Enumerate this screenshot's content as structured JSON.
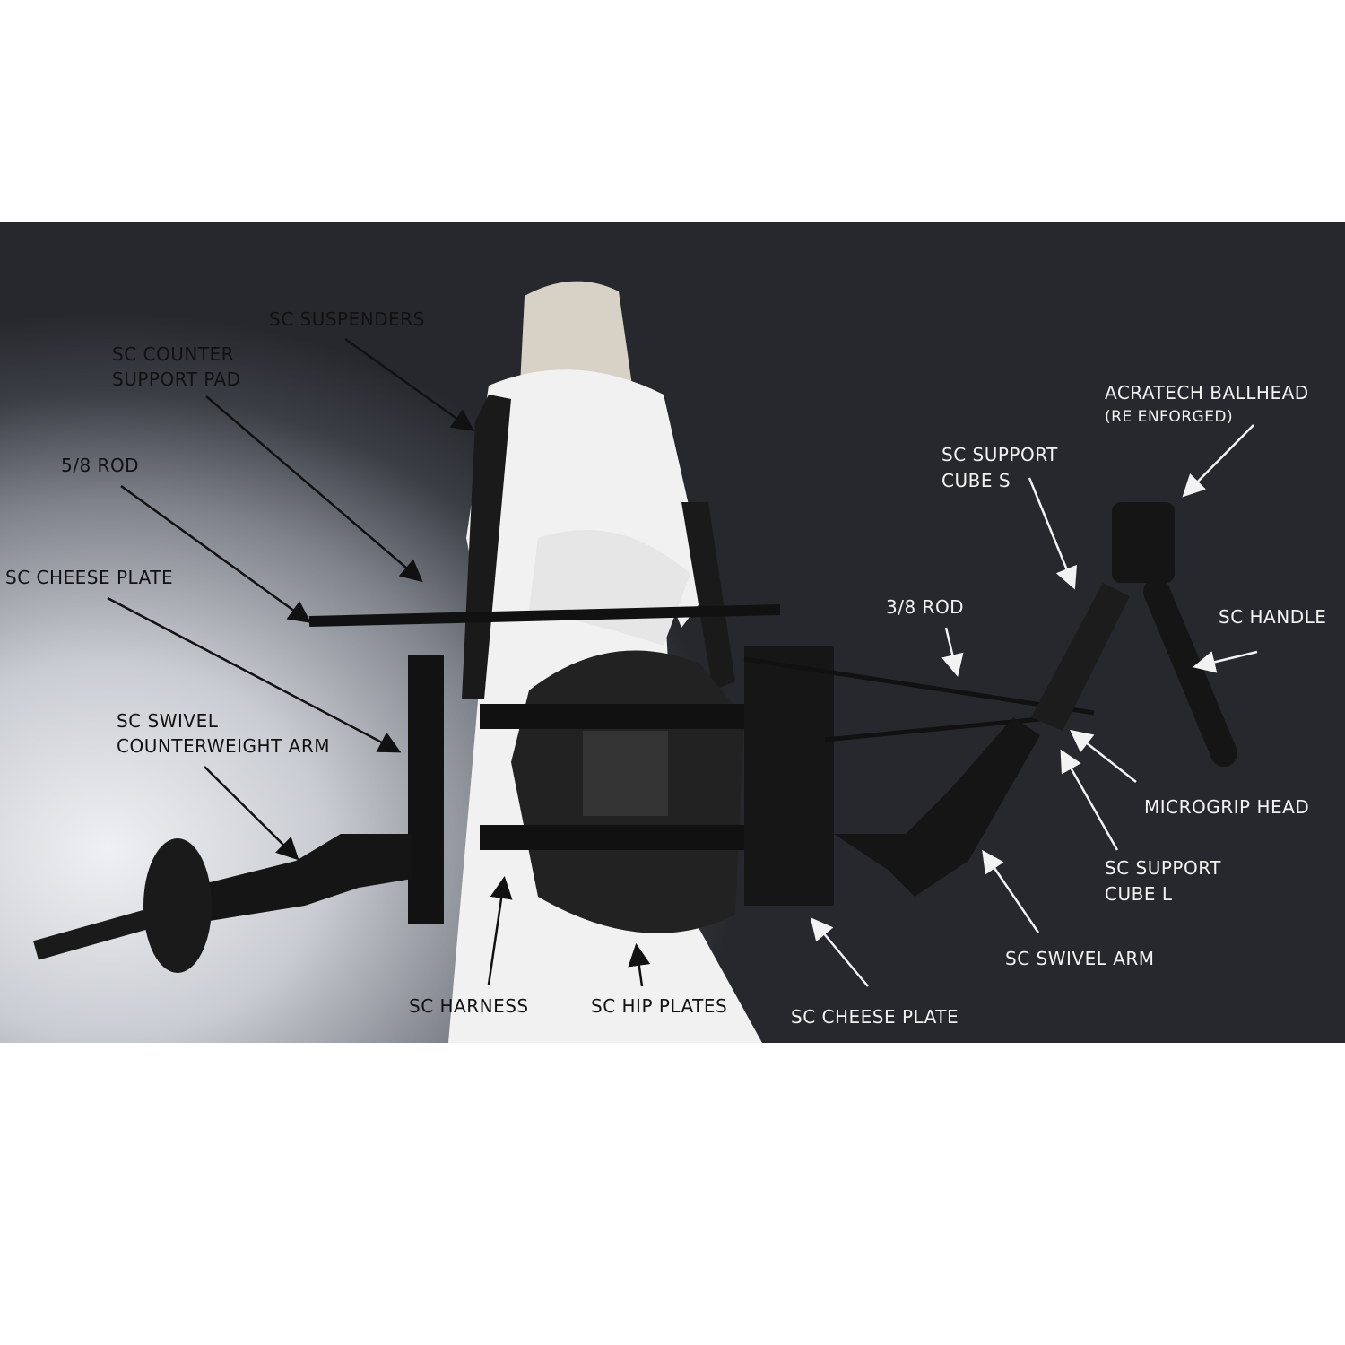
{
  "colors": {
    "label_dark": "#111111",
    "label_light": "#f2f2f2",
    "shirt": "#f1f1f1",
    "equipment": "#141414"
  },
  "labels": {
    "suspenders": "SC SUSPENDERS",
    "counter_pad_1": "SC COUNTER",
    "counter_pad_2": "SUPPORT PAD",
    "rod_58": "5/8 ROD",
    "cheese_plate_left": "SC CHEESE PLATE",
    "swivel_cw_1": "SC SWIVEL",
    "swivel_cw_2": "COUNTERWEIGHT ARM",
    "harness": "SC HARNESS",
    "hip_plates": "SC HIP PLATES",
    "cheese_plate_right": "SC CHEESE PLATE",
    "swivel_arm": "SC SWIVEL ARM",
    "cube_l_1": "SC SUPPORT",
    "cube_l_2": "CUBE L",
    "micrgrip": "MICROGRIP HEAD",
    "handle": "SC HANDLE",
    "rod_38": "3/8 ROD",
    "cube_s_1": "SC SUPPORT",
    "cube_s_2": "CUBE S",
    "ballhead_1": "ACRATECH BALLHEAD",
    "ballhead_2": "(RE ENFORGED)"
  }
}
